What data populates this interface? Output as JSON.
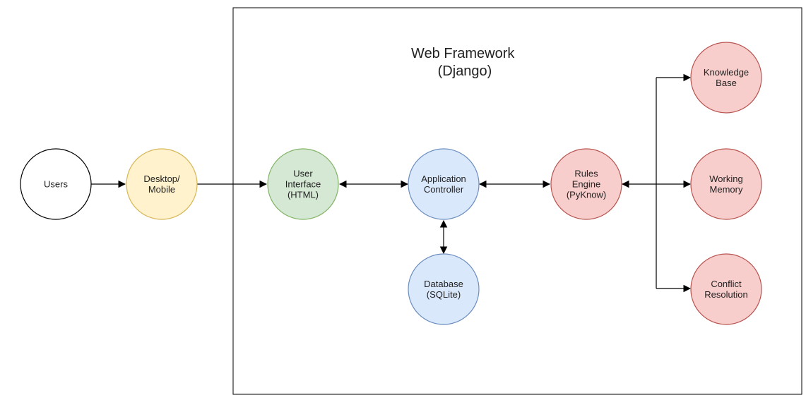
{
  "frame": {
    "title_line1": "Web Framework",
    "title_line2": "(Django)"
  },
  "nodes": {
    "users": {
      "lines": [
        "Users"
      ],
      "fill": "#ffffff",
      "stroke": "#000000"
    },
    "client": {
      "lines": [
        "Desktop/",
        "Mobile"
      ],
      "fill": "#fff2cc",
      "stroke": "#d6b656"
    },
    "ui": {
      "lines": [
        "User",
        "Interface",
        "(HTML)"
      ],
      "fill": "#d5e8d4",
      "stroke": "#82b366"
    },
    "controller": {
      "lines": [
        "Application",
        "Controller"
      ],
      "fill": "#dae8fc",
      "stroke": "#6c8ebf"
    },
    "database": {
      "lines": [
        "Database",
        "(SQLite)"
      ],
      "fill": "#dae8fc",
      "stroke": "#6c8ebf"
    },
    "rules": {
      "lines": [
        "Rules",
        "Engine",
        "(PyKnow)"
      ],
      "fill": "#f8cecc",
      "stroke": "#b85450"
    },
    "knowledge": {
      "lines": [
        "Knowledge",
        "Base"
      ],
      "fill": "#f8cecc",
      "stroke": "#b85450"
    },
    "memory": {
      "lines": [
        "Working",
        "Memory"
      ],
      "fill": "#f8cecc",
      "stroke": "#b85450"
    },
    "conflict": {
      "lines": [
        "Conflict",
        "Resolution"
      ],
      "fill": "#f8cecc",
      "stroke": "#b85450"
    }
  }
}
